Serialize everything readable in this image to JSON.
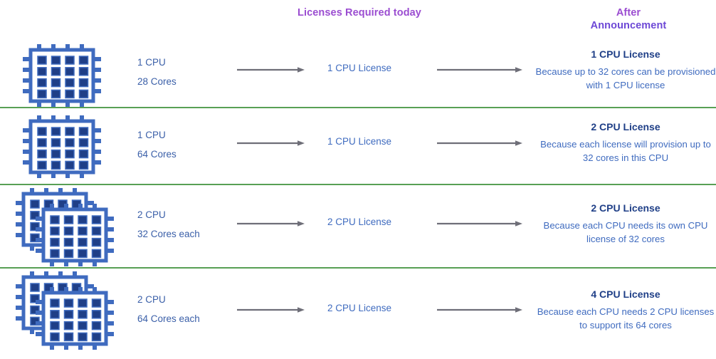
{
  "headers": {
    "middle": "Licenses\nRequired today",
    "middle_line1": "Licenses",
    "middle_line2": "Required today",
    "right_line1": "After",
    "right_line2": "Announcement"
  },
  "colors": {
    "header_purple": "#9b4dd1",
    "header_violet": "#6d48d6",
    "divider_green": "#58a055",
    "text_blue": "#3f6bbf",
    "title_navy": "#1f3f87",
    "chip_navy": "#1f3f87",
    "chip_outline": "#3f6bbf",
    "arrow_gray": "#6e6e78"
  },
  "rows": [
    {
      "icon": "cpu-chip-single-icon",
      "chip_count": 1,
      "spec_line1": "1 CPU",
      "spec_line2": "28 Cores",
      "license_today": "1 CPU License",
      "after_title": "1 CPU License",
      "after_desc": "Because up to 32 cores can be provisioned with 1 CPU license"
    },
    {
      "icon": "cpu-chip-single-icon",
      "chip_count": 1,
      "spec_line1": "1 CPU",
      "spec_line2": "64 Cores",
      "license_today": "1 CPU License",
      "after_title": "2 CPU License",
      "after_desc": "Because each license will provision up to 32 cores in this CPU"
    },
    {
      "icon": "cpu-chip-stacked-icon",
      "chip_count": 2,
      "spec_line1": "2 CPU",
      "spec_line2": "32 Cores each",
      "license_today": "2 CPU License",
      "after_title": "2 CPU License",
      "after_desc": "Because each CPU needs its own CPU license of 32 cores"
    },
    {
      "icon": "cpu-chip-stacked-icon",
      "chip_count": 2,
      "spec_line1": "2 CPU",
      "spec_line2": "64 Cores each",
      "license_today": "2 CPU License",
      "after_title": "4 CPU License",
      "after_desc": "Because each CPU needs 2 CPU licenses to support its 64 cores"
    }
  ]
}
